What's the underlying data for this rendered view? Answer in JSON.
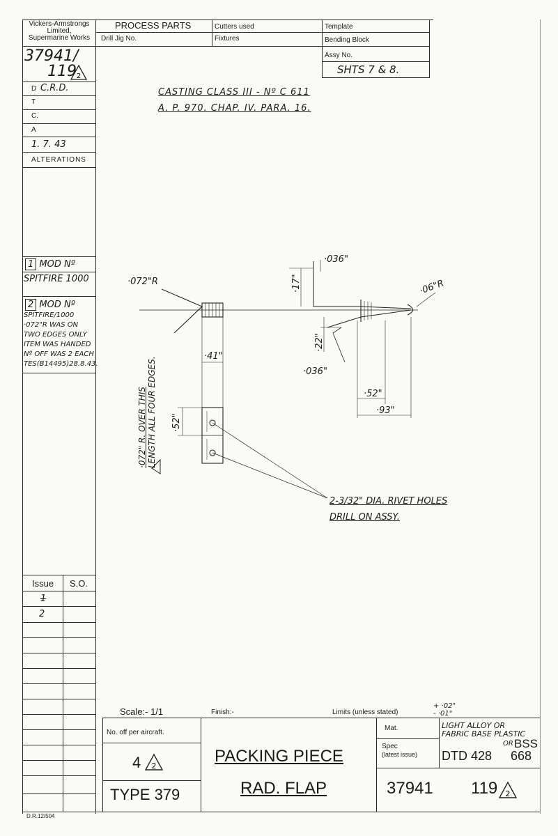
{
  "company": {
    "line1": "Vickers-Armstrongs",
    "line2": "Limited,",
    "line3": "Supermarine Works"
  },
  "header": {
    "process_parts": "PROCESS PARTS",
    "drill_jig": "Drill Jig No.",
    "cutters_used": "Cutters used",
    "fixtures": "Fixtures",
    "template": "Template",
    "bending_block": "Bending Block",
    "assy_no": "Assy No.",
    "sheets": "SHTS  7 & 8."
  },
  "drawing_no": {
    "top": "37941/",
    "bottom": "119"
  },
  "signoffs": [
    {
      "label": "D",
      "value": "C.R.D."
    },
    {
      "label": "T",
      "value": ""
    },
    {
      "label": "C.",
      "value": ""
    },
    {
      "label": "A",
      "value": ""
    }
  ],
  "date": "1. 7. 43",
  "alterations": "ALTERATIONS",
  "mods": {
    "mod1_no": "1",
    "mod1_label": "MOD Nº",
    "mod1_text": "SPITFIRE 1000",
    "mod2_no": "2",
    "mod2_label": "MOD Nº",
    "mod2_lines": [
      "SPITFIRE/1000",
      "·072\"R WAS ON",
      "TWO EDGES ONLY",
      "ITEM WAS HANDED",
      "Nº OFF WAS 2 EACH",
      "TES(B14495)28.8.43."
    ]
  },
  "notes": {
    "casting": "CASTING  CLASS  III - Nº C 611",
    "ap": "A. P. 970.  CHAP. IV. PARA. 16."
  },
  "dims": {
    "r072": "·072\"R",
    "d036a": "·036\"",
    "d17": "·17\"",
    "r06": "·06\"R",
    "d22": "·22\"",
    "d036b": "·036\"",
    "d41": "·41\"",
    "d52a": "·52\"",
    "d52b": "·52\"",
    "d93": "·93\"",
    "side_note": "·072\" R. OVER THIS",
    "side_note2": "LENGTH ALL FOUR EDGES.",
    "rivet": "2-3/32\" DIA. RIVET HOLES",
    "drill": "DRILL ON ASSY.",
    "rev_tag": "2"
  },
  "issues": {
    "issue_label": "Issue",
    "so_label": "S.O.",
    "rows": [
      "1",
      "2"
    ]
  },
  "title_block": {
    "scale": "Scale:- 1/1",
    "finish": "Finish:-",
    "limits": "Limits (unless stated)",
    "limits_plus": "+ ·02\"",
    "limits_minus": "- ·01\"",
    "no_off": "No. off per aircraft.",
    "qty": "4",
    "type": "TYPE 379",
    "title1": "PACKING PIECE",
    "title2": "RAD. FLAP",
    "mat": "Mat.",
    "spec": "Spec",
    "latest": "(latest issue)",
    "material": "LIGHT ALLOY OR",
    "material2": "FABRIC BASE PLASTIC",
    "dtd": "DTD 428",
    "or": "OR",
    "bss": "BSS",
    "bss_no": "668",
    "part_no": "37941",
    "item_no": "119",
    "form": "D.R.12/504"
  }
}
